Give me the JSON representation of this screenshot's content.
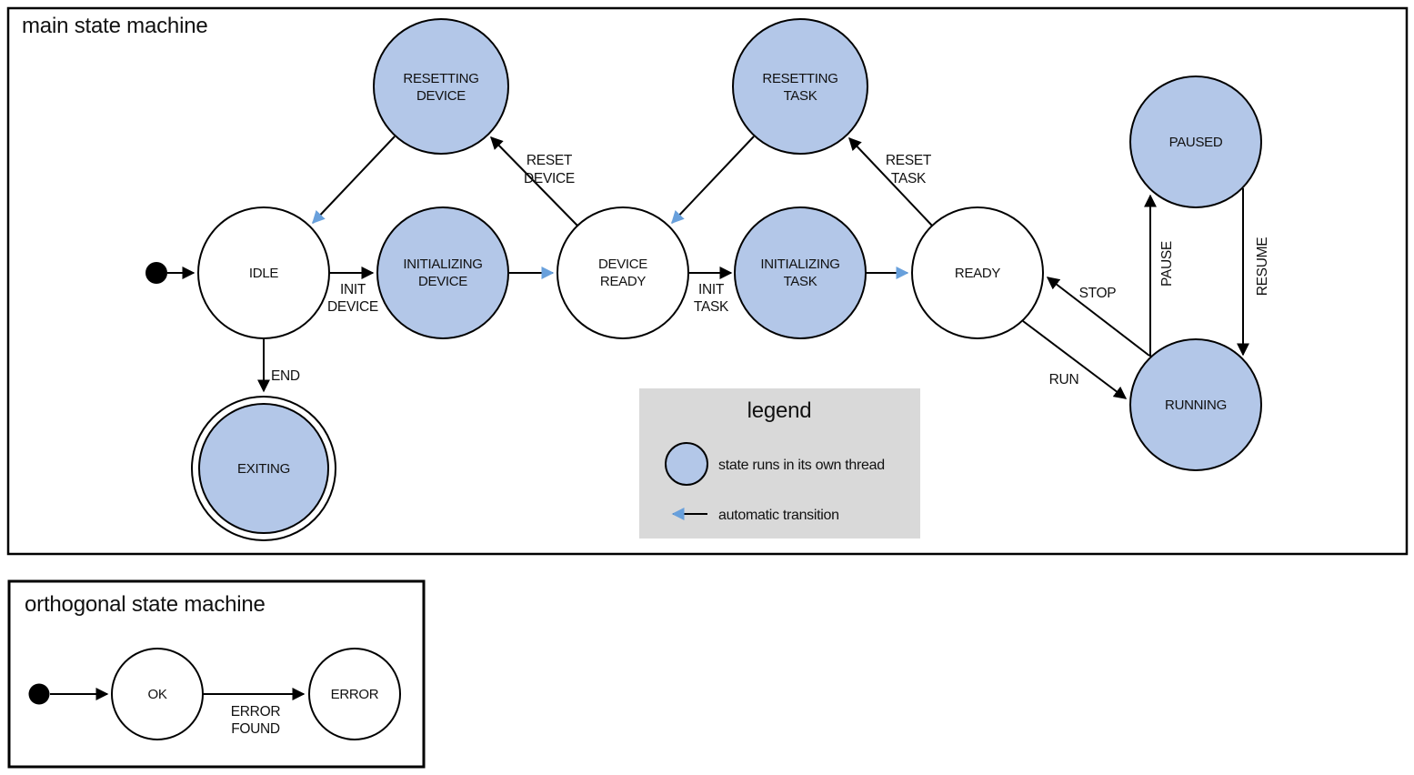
{
  "colors": {
    "threaded_state_fill": "#b3c7e8",
    "automatic_transition": "#68a0dc",
    "legend_background": "#d9d9d9",
    "line": "#000000"
  },
  "main": {
    "title": "main state machine",
    "states": {
      "idle": {
        "label": "IDLE"
      },
      "resetting_device": {
        "line1": "RESETTING",
        "line2": "DEVICE"
      },
      "initializing_device": {
        "line1": "INITIALIZING",
        "line2": "DEVICE"
      },
      "device_ready": {
        "line1": "DEVICE",
        "line2": "READY"
      },
      "resetting_task": {
        "line1": "RESETTING",
        "line2": "TASK"
      },
      "initializing_task": {
        "line1": "INITIALIZING",
        "line2": "TASK"
      },
      "ready": {
        "label": "READY"
      },
      "paused": {
        "label": "PAUSED"
      },
      "running": {
        "label": "RUNNING"
      },
      "exiting": {
        "label": "EXITING"
      }
    },
    "transitions": {
      "init_device": {
        "line1": "INIT",
        "line2": "DEVICE"
      },
      "reset_device": {
        "line1": "RESET",
        "line2": "DEVICE"
      },
      "init_task": {
        "line1": "INIT",
        "line2": "TASK"
      },
      "reset_task": {
        "line1": "RESET",
        "line2": "TASK"
      },
      "end": {
        "label": "END"
      },
      "run": {
        "label": "RUN"
      },
      "stop": {
        "label": "STOP"
      },
      "pause": {
        "label": "PAUSE"
      },
      "resume": {
        "label": "RESUME"
      }
    },
    "legend": {
      "title": "legend",
      "threaded_item": "state runs in its own thread",
      "automatic_item": "automatic transition"
    }
  },
  "orthogonal": {
    "title": "orthogonal state machine",
    "states": {
      "ok": {
        "label": "OK"
      },
      "error": {
        "label": "ERROR"
      }
    },
    "transitions": {
      "error_found": {
        "line1": "ERROR",
        "line2": "FOUND"
      }
    }
  }
}
